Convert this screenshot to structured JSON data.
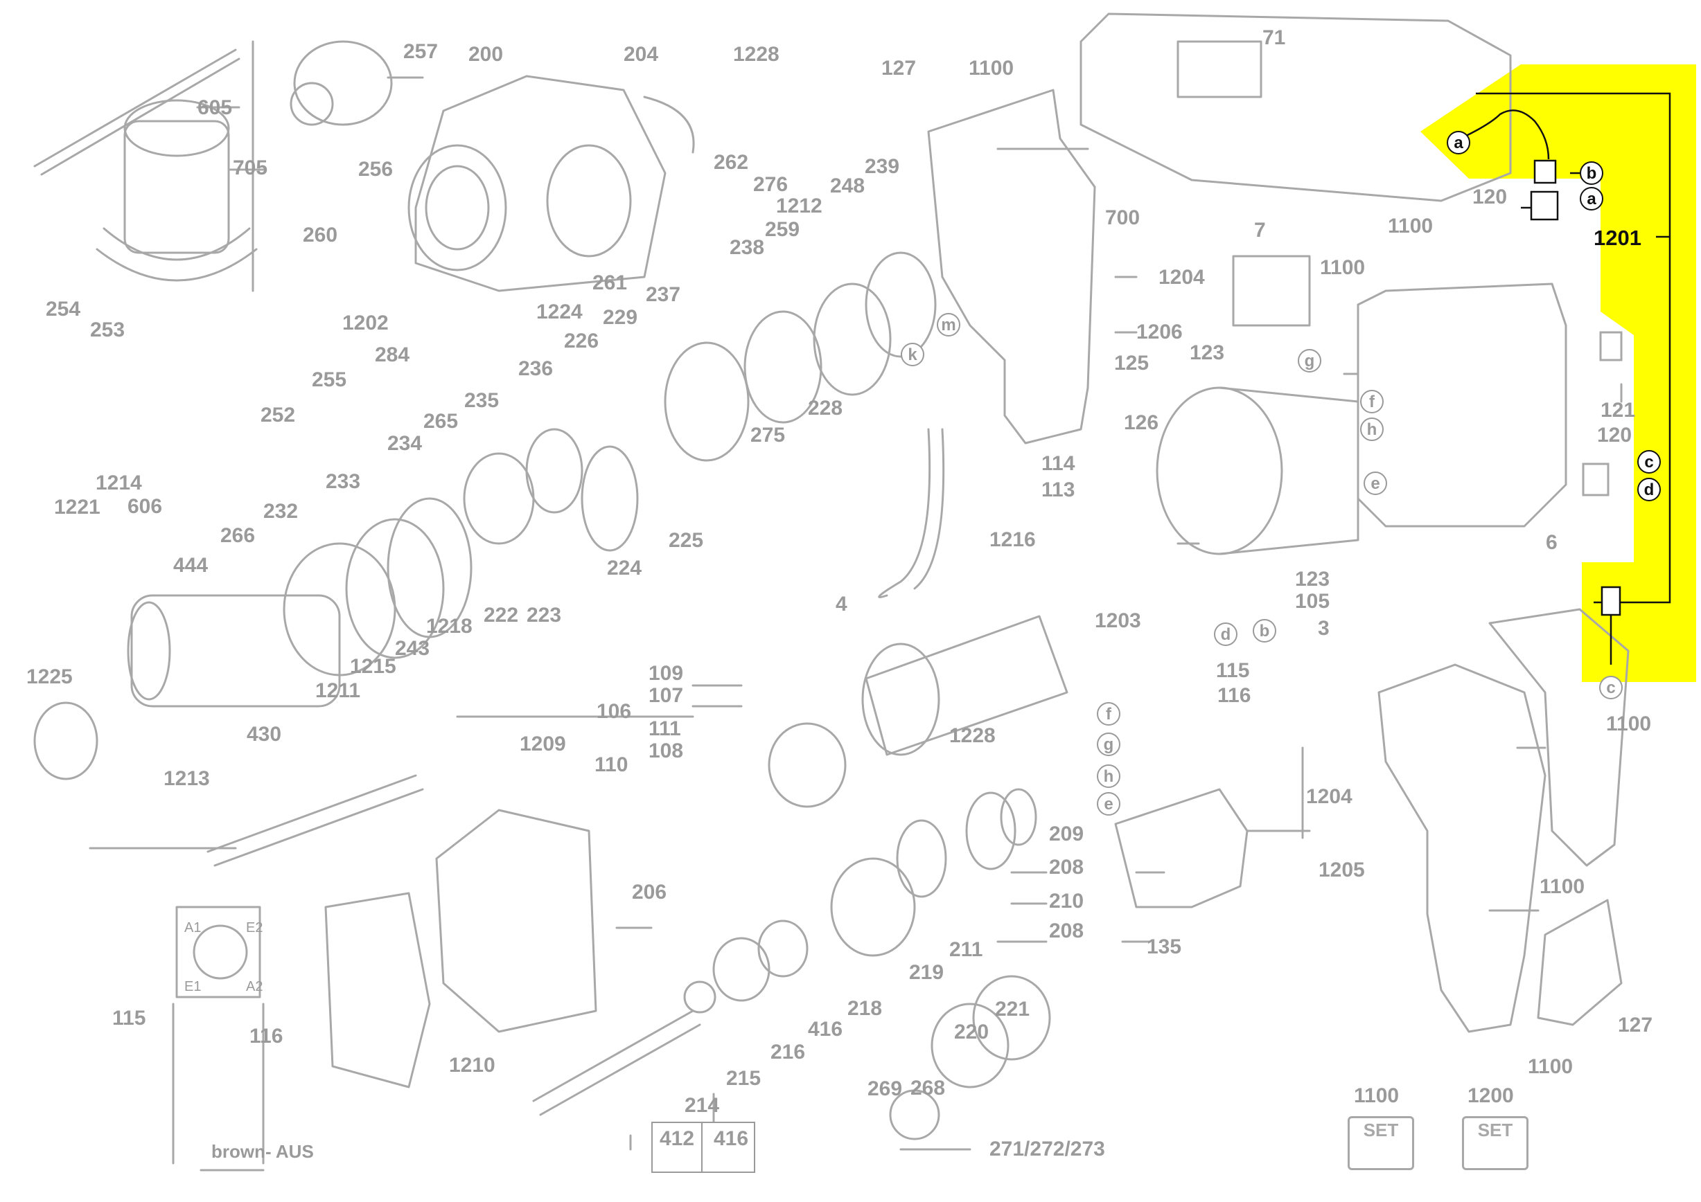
{
  "diagram": {
    "highlight_color": "#ffff00",
    "line_color": "#a8a8a8",
    "part_labels": [
      {
        "id": "605",
        "text": "605"
      },
      {
        "id": "257",
        "text": "257"
      },
      {
        "id": "200",
        "text": "200"
      },
      {
        "id": "204",
        "text": "204"
      },
      {
        "id": "1228a",
        "text": "1228"
      },
      {
        "id": "127a",
        "text": "127"
      },
      {
        "id": "1100a",
        "text": "1100"
      },
      {
        "id": "71",
        "text": "71"
      },
      {
        "id": "705",
        "text": "705"
      },
      {
        "id": "256",
        "text": "256"
      },
      {
        "id": "262",
        "text": "262"
      },
      {
        "id": "276",
        "text": "276"
      },
      {
        "id": "239",
        "text": "239"
      },
      {
        "id": "248",
        "text": "248"
      },
      {
        "id": "1212",
        "text": "1212"
      },
      {
        "id": "700",
        "text": "700"
      },
      {
        "id": "260",
        "text": "260"
      },
      {
        "id": "259",
        "text": "259"
      },
      {
        "id": "238",
        "text": "238"
      },
      {
        "id": "1204a",
        "text": "1204"
      },
      {
        "id": "254",
        "text": "254"
      },
      {
        "id": "253",
        "text": "253"
      },
      {
        "id": "1202",
        "text": "1202"
      },
      {
        "id": "1224",
        "text": "1224"
      },
      {
        "id": "261",
        "text": "261"
      },
      {
        "id": "237",
        "text": "237"
      },
      {
        "id": "229",
        "text": "229"
      },
      {
        "id": "284",
        "text": "284"
      },
      {
        "id": "255",
        "text": "255"
      },
      {
        "id": "226",
        "text": "226"
      },
      {
        "id": "1206",
        "text": "1206"
      },
      {
        "id": "7",
        "text": "7"
      },
      {
        "id": "1100b",
        "text": "1100"
      },
      {
        "id": "1100c",
        "text": "1100"
      },
      {
        "id": "120a",
        "text": "120"
      },
      {
        "id": "236",
        "text": "236"
      },
      {
        "id": "235",
        "text": "235"
      },
      {
        "id": "252",
        "text": "252"
      },
      {
        "id": "265",
        "text": "265"
      },
      {
        "id": "275",
        "text": "275"
      },
      {
        "id": "228",
        "text": "228"
      },
      {
        "id": "125",
        "text": "125"
      },
      {
        "id": "123a",
        "text": "123"
      },
      {
        "id": "121",
        "text": "121"
      },
      {
        "id": "234",
        "text": "234"
      },
      {
        "id": "126",
        "text": "126"
      },
      {
        "id": "120b",
        "text": "120"
      },
      {
        "id": "1214",
        "text": "1214"
      },
      {
        "id": "1221",
        "text": "1221"
      },
      {
        "id": "114",
        "text": "114"
      },
      {
        "id": "233",
        "text": "233"
      },
      {
        "id": "113",
        "text": "113"
      },
      {
        "id": "606",
        "text": "606"
      },
      {
        "id": "232",
        "text": "232"
      },
      {
        "id": "266",
        "text": "266"
      },
      {
        "id": "1216",
        "text": "1216"
      },
      {
        "id": "444",
        "text": "444"
      },
      {
        "id": "225",
        "text": "225"
      },
      {
        "id": "6",
        "text": "6"
      },
      {
        "id": "224",
        "text": "224"
      },
      {
        "id": "123b",
        "text": "123"
      },
      {
        "id": "105",
        "text": "105"
      },
      {
        "id": "4",
        "text": "4"
      },
      {
        "id": "222",
        "text": "222"
      },
      {
        "id": "223",
        "text": "223"
      },
      {
        "id": "1218",
        "text": "1218"
      },
      {
        "id": "1203",
        "text": "1203"
      },
      {
        "id": "3",
        "text": "3"
      },
      {
        "id": "243",
        "text": "243"
      },
      {
        "id": "1225",
        "text": "1225"
      },
      {
        "id": "1215",
        "text": "1215"
      },
      {
        "id": "109",
        "text": "109"
      },
      {
        "id": "115a",
        "text": "115"
      },
      {
        "id": "1211",
        "text": "1211"
      },
      {
        "id": "107",
        "text": "107"
      },
      {
        "id": "116a",
        "text": "116"
      },
      {
        "id": "106",
        "text": "106"
      },
      {
        "id": "1100d",
        "text": "1100"
      },
      {
        "id": "111",
        "text": "111"
      },
      {
        "id": "430",
        "text": "430"
      },
      {
        "id": "1209",
        "text": "1209"
      },
      {
        "id": "108",
        "text": "108"
      },
      {
        "id": "1228b",
        "text": "1228"
      },
      {
        "id": "110",
        "text": "110"
      },
      {
        "id": "1213",
        "text": "1213"
      },
      {
        "id": "1204b",
        "text": "1204"
      },
      {
        "id": "209",
        "text": "209"
      },
      {
        "id": "208a",
        "text": "208"
      },
      {
        "id": "1205",
        "text": "1205"
      },
      {
        "id": "206",
        "text": "206"
      },
      {
        "id": "1100e",
        "text": "1100"
      },
      {
        "id": "210",
        "text": "210"
      },
      {
        "id": "208b",
        "text": "208"
      },
      {
        "id": "135",
        "text": "135"
      },
      {
        "id": "211",
        "text": "211"
      },
      {
        "id": "219",
        "text": "219"
      },
      {
        "id": "127b",
        "text": "127"
      },
      {
        "id": "115b",
        "text": "115"
      },
      {
        "id": "218",
        "text": "218"
      },
      {
        "id": "116b",
        "text": "116"
      },
      {
        "id": "416a",
        "text": "416"
      },
      {
        "id": "221",
        "text": "221"
      },
      {
        "id": "220",
        "text": "220"
      },
      {
        "id": "216",
        "text": "216"
      },
      {
        "id": "1100f",
        "text": "1100"
      },
      {
        "id": "1210",
        "text": "1210"
      },
      {
        "id": "268",
        "text": "268"
      },
      {
        "id": "215",
        "text": "215"
      },
      {
        "id": "1100g",
        "text": "1100"
      },
      {
        "id": "1200",
        "text": "1200"
      },
      {
        "id": "269",
        "text": "269"
      },
      {
        "id": "214",
        "text": "214"
      },
      {
        "id": "271",
        "text": "271/272/273"
      },
      {
        "id": "brown",
        "text": "brown- AUS"
      }
    ],
    "highlighted_part": "1201",
    "table_cells": [
      "412",
      "416"
    ],
    "wiring_labels": [
      "A1",
      "E2",
      "E1",
      "A2"
    ],
    "letter_callouts_highlighted": [
      "a",
      "b",
      "a",
      "c",
      "d",
      "c"
    ],
    "letter_callouts": [
      "m",
      "k",
      "g",
      "f",
      "h",
      "e",
      "d",
      "b",
      "f",
      "g",
      "h",
      "e"
    ],
    "set_badge_text": "SET",
    "icons": [
      "brush-assembly-icon",
      "carbon-brush-icon",
      "set-wrench-icon",
      "set-tools-icon"
    ]
  }
}
